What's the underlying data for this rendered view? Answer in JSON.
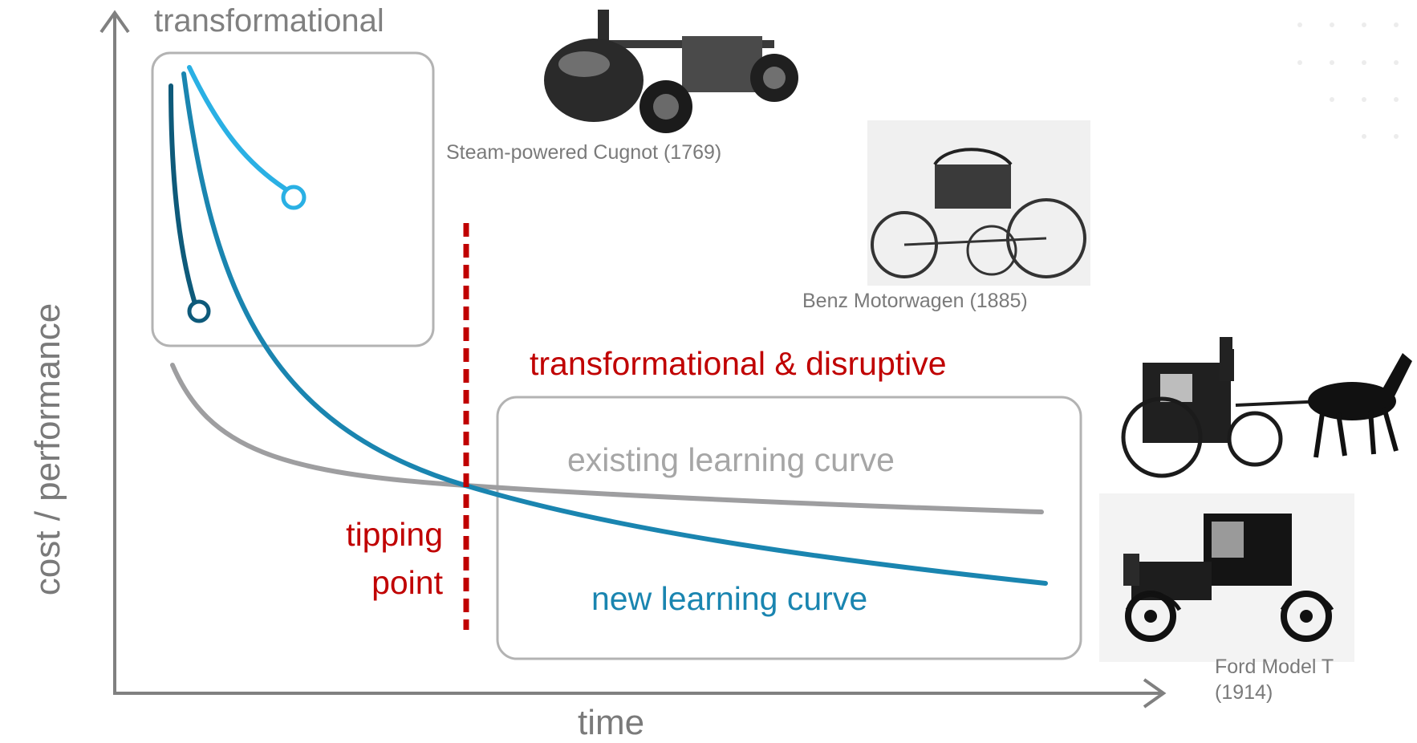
{
  "diagram": {
    "top_label": "transformational",
    "emphasis_label": "transformational & disruptive",
    "existing_curve_label": "existing learning curve",
    "new_curve_label": "new learning curve",
    "tipping_label": "tipping point",
    "y_axis_label": "cost / performance",
    "x_axis_label": "time",
    "colors": {
      "axis": "#808080",
      "existing_curve": "#9e9ea0",
      "new_curve": "#1a85b0",
      "early_curve_light": "#2ab0e4",
      "early_curve_dark": "#0e5a7a",
      "tipping_line": "#c00000",
      "box_border": "#b3b3b3"
    }
  },
  "images": [
    {
      "name": "steam-cugnot",
      "caption": "Steam-powered Cugnot (1769)"
    },
    {
      "name": "benz-motorwagen",
      "caption": "Benz Motorwagen (1885)"
    },
    {
      "name": "horse-carriage",
      "caption": ""
    },
    {
      "name": "ford-model-t",
      "caption": "Ford Model T (1914)"
    }
  ]
}
